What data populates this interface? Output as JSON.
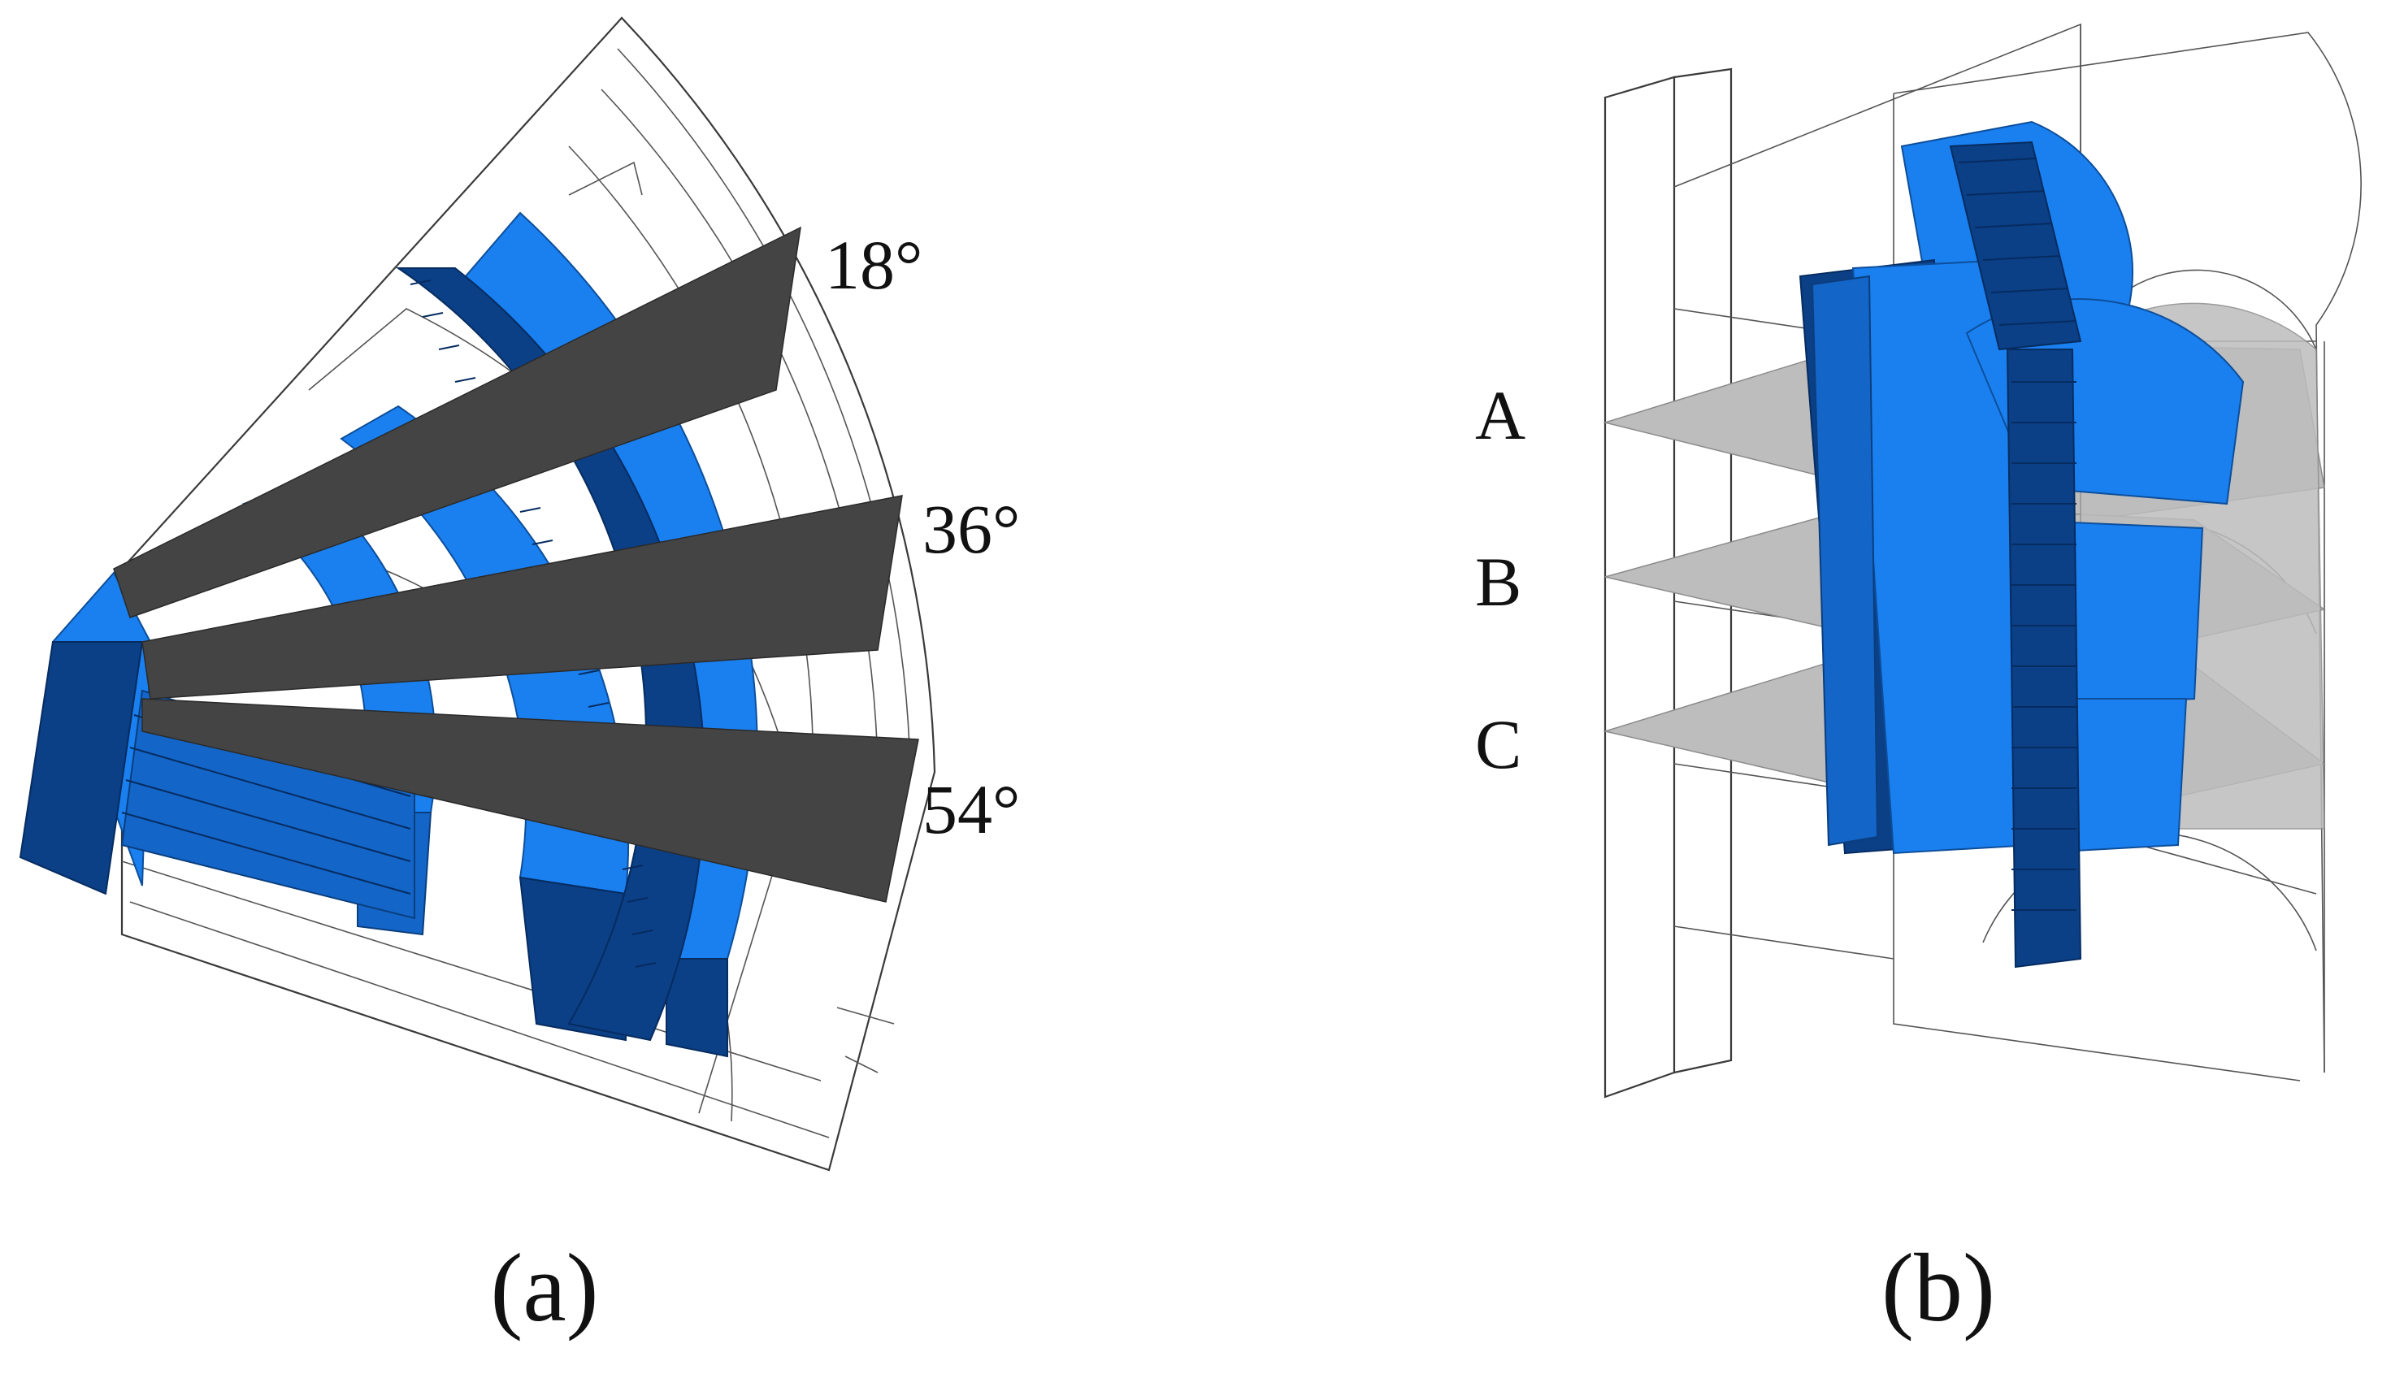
{
  "figure": {
    "panels": [
      {
        "id": "a",
        "caption": "(a)",
        "angle_labels": [
          "18°",
          "36°",
          "54°"
        ]
      },
      {
        "id": "b",
        "caption": "(b)",
        "plane_labels": [
          "A",
          "B",
          "C"
        ]
      }
    ],
    "colors": {
      "model_blue": "#1a80f0",
      "model_dark_blue": "#0b3f86",
      "section_cut_dark": "#444444",
      "section_plane_gray": "#bdbdbd",
      "wireframe": "#3a3a3a"
    }
  }
}
